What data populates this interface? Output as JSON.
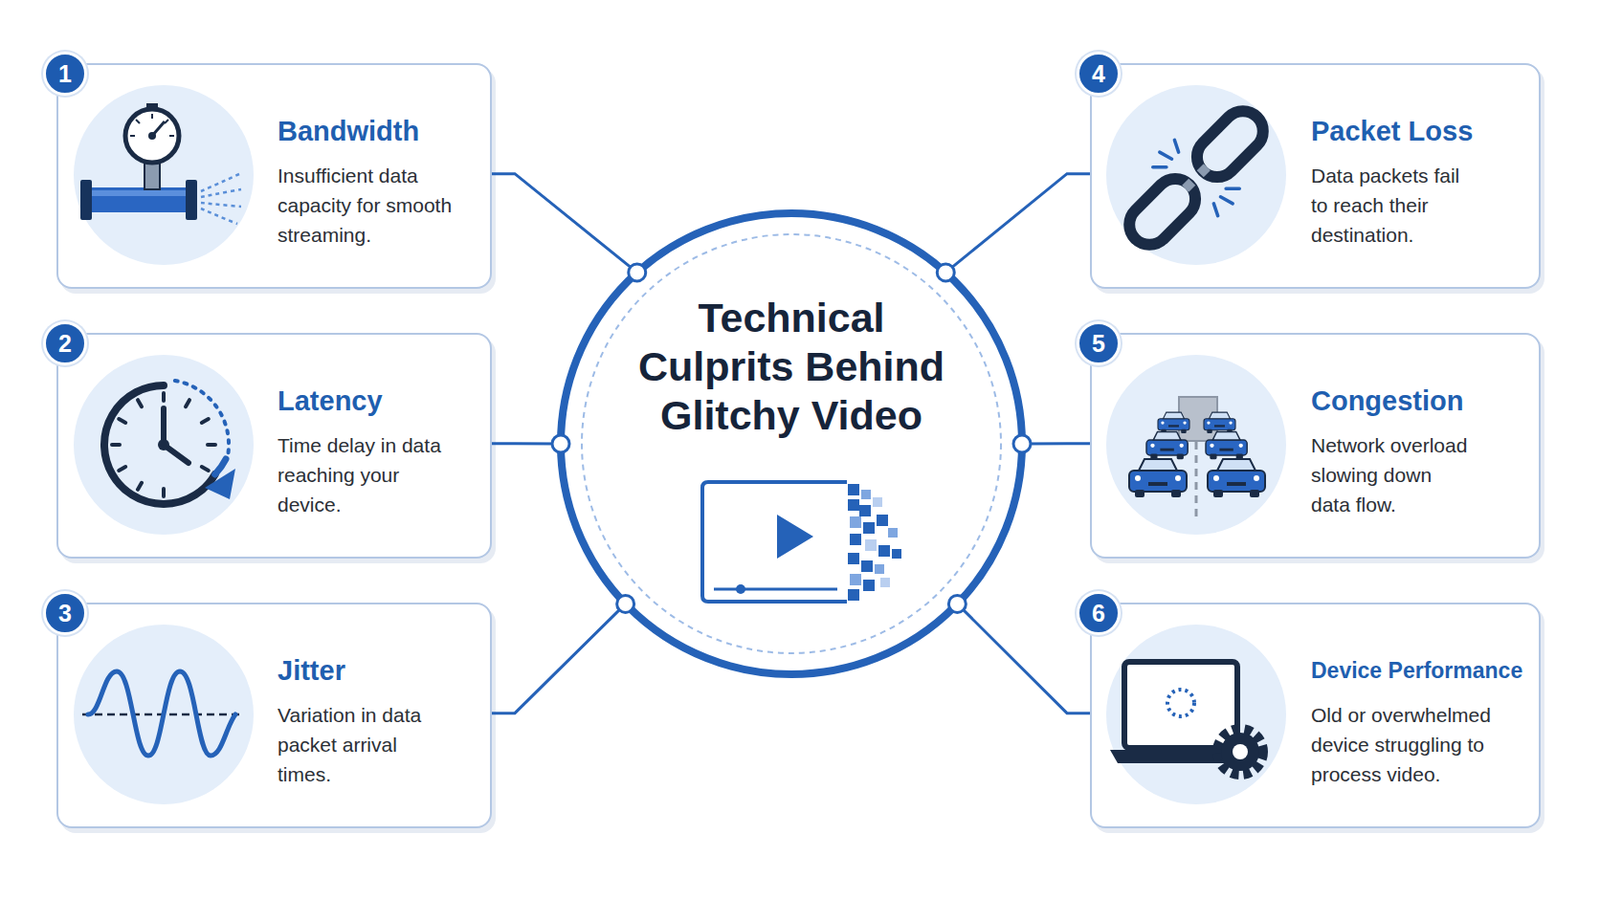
{
  "diagram": {
    "nodes": [
      {
        "text": [
          "Technical Culprits Behind Glitchy Video"
        ]
      },
      {
        "text": [
          "1",
          "Bandwidth",
          "Insufficient data capacity for smooth streaming."
        ]
      },
      {
        "text": [
          "2",
          "Latency",
          "Time delay in data reaching your device."
        ]
      },
      {
        "text": [
          "3",
          "Jitter",
          "Variation in data packet arrival times."
        ]
      },
      {
        "text": [
          "4",
          "Packet Loss",
          "Data packets fail to reach their destination."
        ]
      },
      {
        "text": [
          "5",
          "Congestion",
          "Network overload slowing down data flow."
        ]
      },
      {
        "text": [
          "6",
          "Device Performance",
          "Old or overwhelmed device struggling to process video."
        ]
      }
    ],
    "edges": [
      {
        "from": 0,
        "to": 1,
        "arrow": "none"
      },
      {
        "from": 0,
        "to": 2,
        "arrow": "none"
      },
      {
        "from": 0,
        "to": 3,
        "arrow": "none"
      },
      {
        "from": 0,
        "to": 4,
        "arrow": "none"
      },
      {
        "from": 0,
        "to": 5,
        "arrow": "none"
      },
      {
        "from": 0,
        "to": 6,
        "arrow": "none"
      }
    ]
  }
}
